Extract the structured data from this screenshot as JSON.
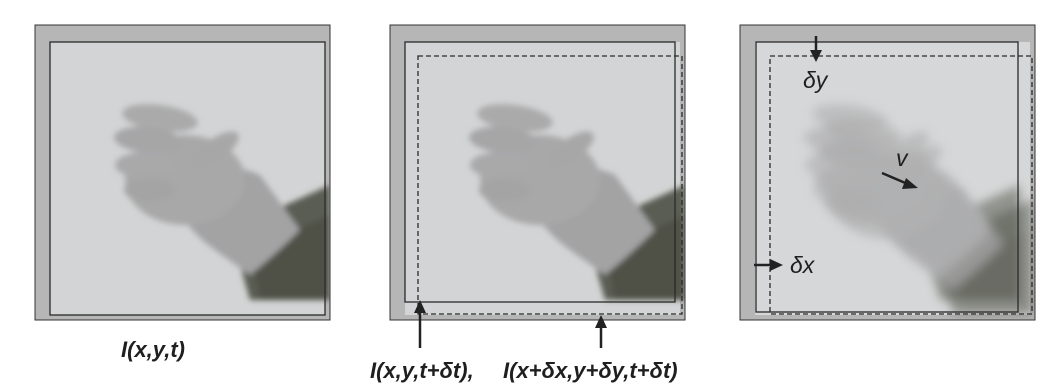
{
  "panels": [
    {
      "id": "frame-t",
      "caption": "I(x,y,t)"
    },
    {
      "id": "frame-t-dt",
      "caption_left": "I(x,y,t+δt),",
      "caption_right": "I(x+δx,y+δy,t+δt)"
    },
    {
      "id": "frame-overlay",
      "label_dy": "δy",
      "label_dx": "δx",
      "label_v": "v"
    }
  ],
  "colors": {
    "frame_gray": "#b6b6b6",
    "image_bg": "#d2d3d4",
    "hand": "#a9a9aa",
    "sleeve": "#555a4f",
    "line": "#2a2a2a"
  }
}
